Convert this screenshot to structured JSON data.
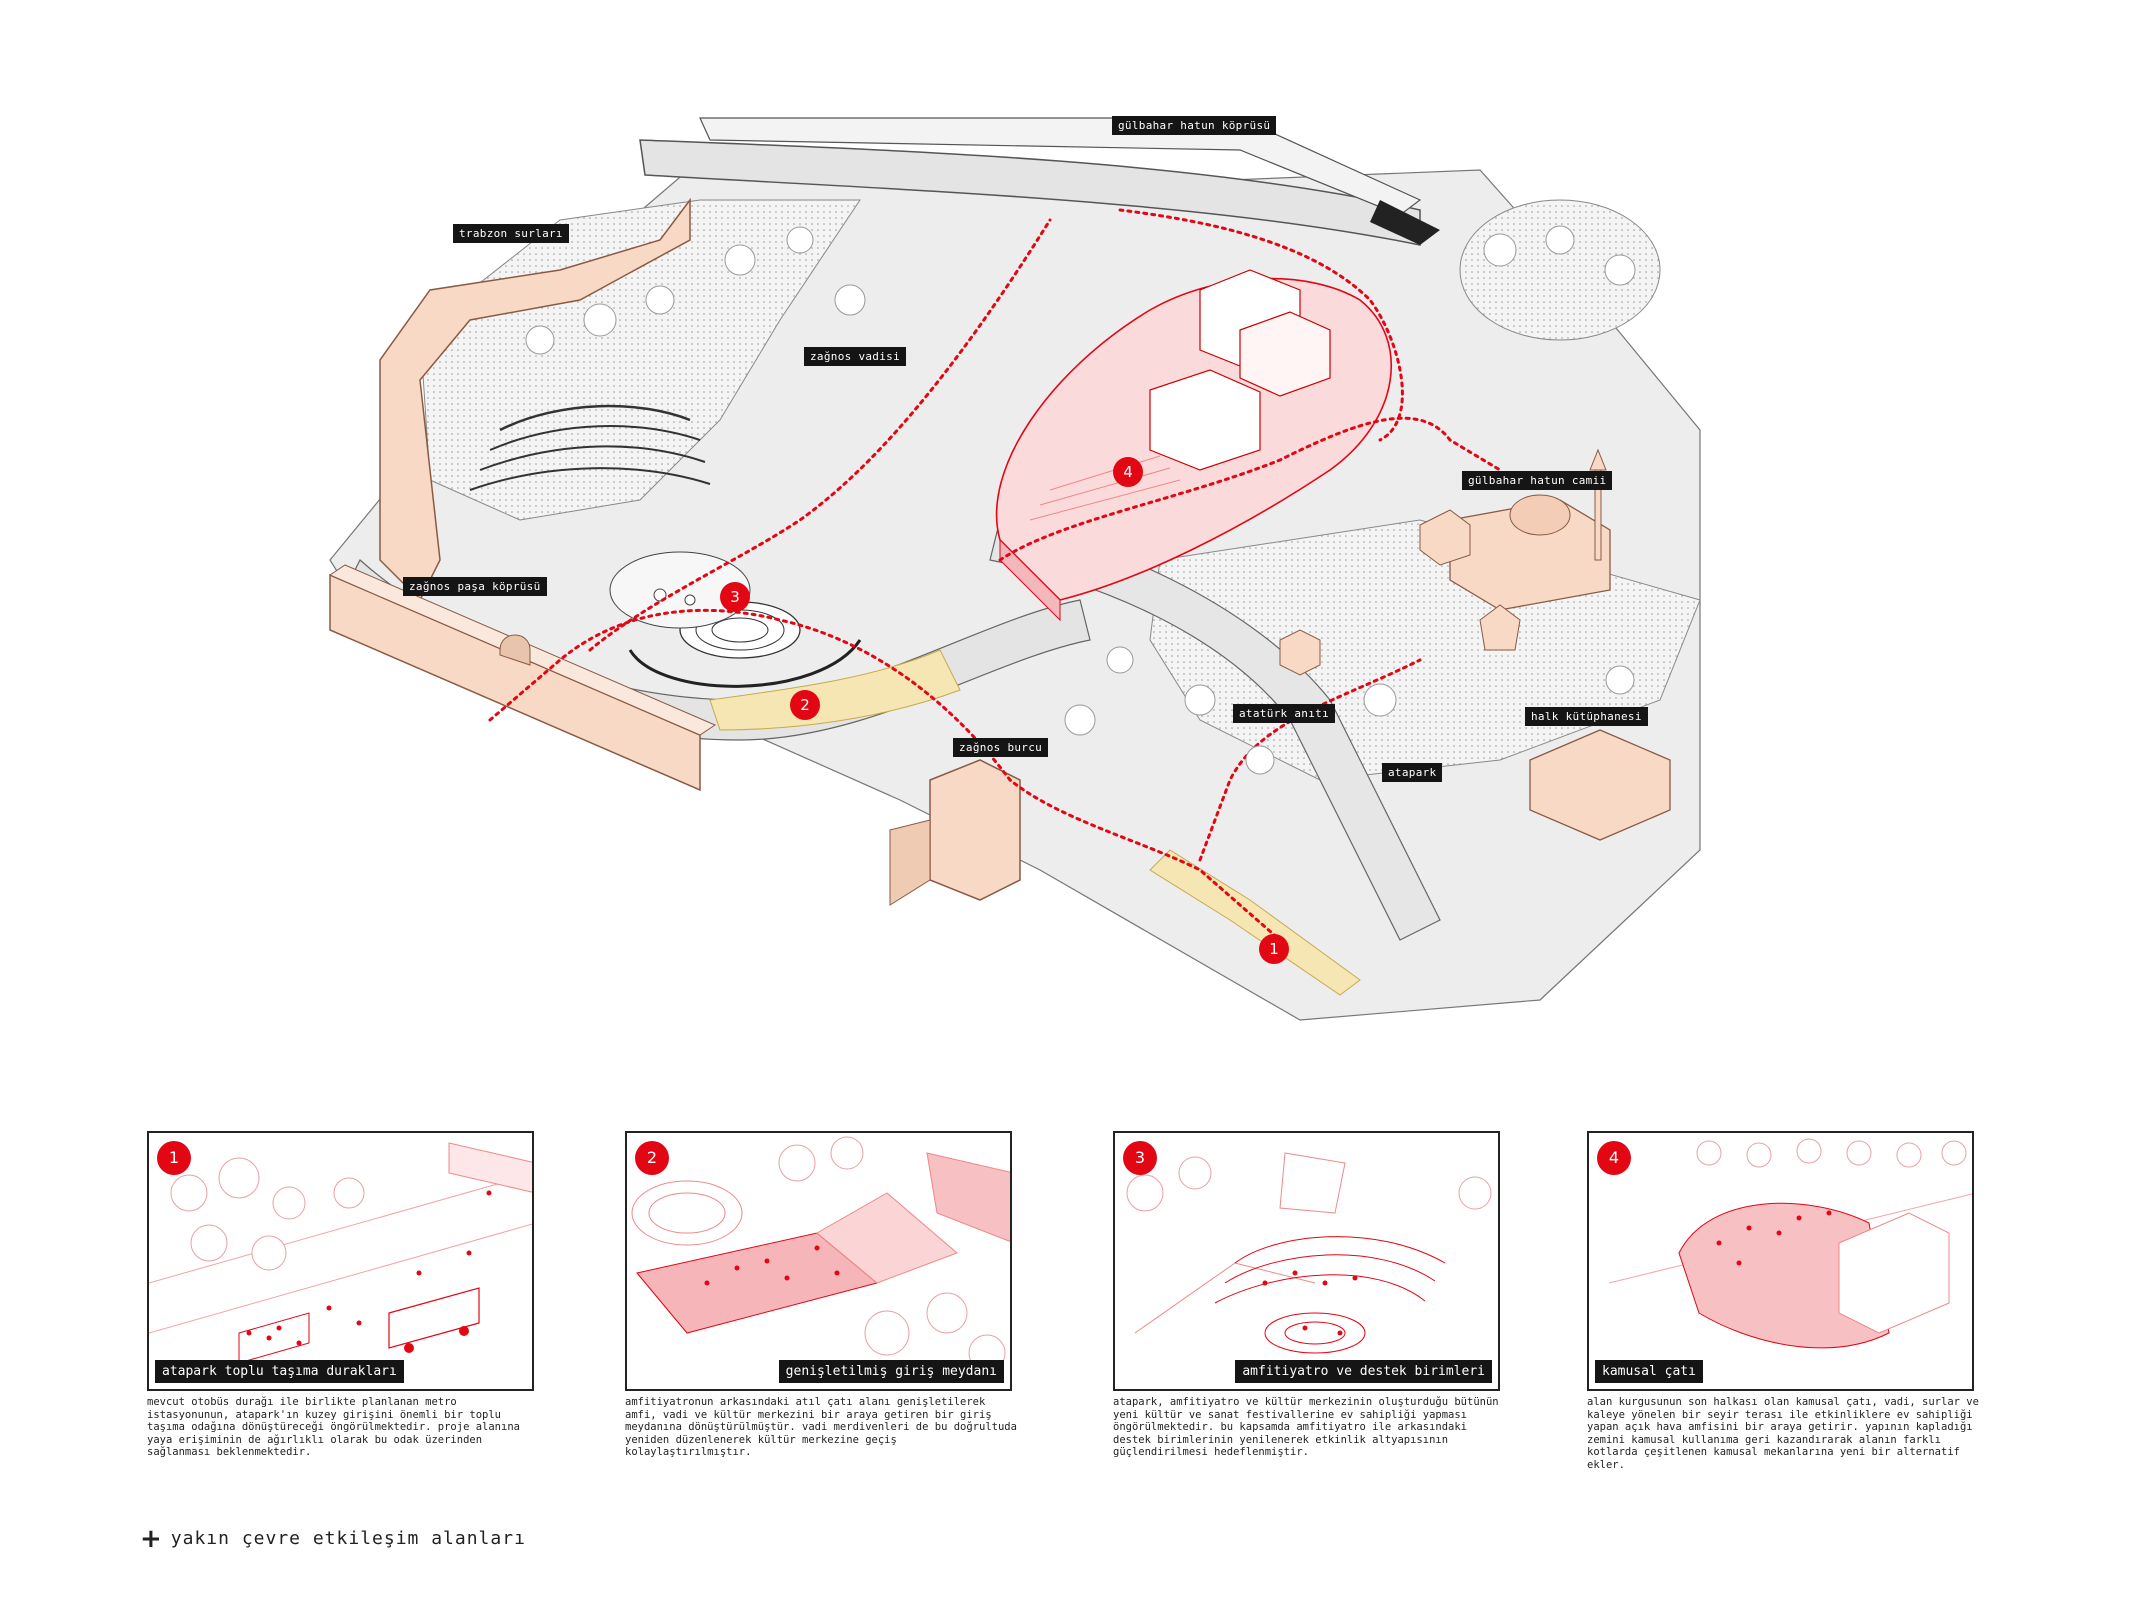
{
  "map": {
    "labels": {
      "bridge": "gülbahar hatun köprüsü",
      "walls": "trabzon surları",
      "valley": "zağnos vadisi",
      "pasa_bridge": "zağnos paşa köprüsü",
      "mosque": "gülbahar hatun camii",
      "monument": "atatürk anıtı",
      "library": "halk kütüphanesi",
      "park": "atapark",
      "tower": "zağnos burcu"
    },
    "markers": [
      "1",
      "2",
      "3",
      "4"
    ]
  },
  "panels": [
    {
      "number": "1",
      "title": "atapark toplu taşıma durakları",
      "text": "mevcut otobüs durağı ile birlikte planlanan metro istasyonunun, atapark'ın kuzey girişini önemli bir toplu taşıma odağına dönüştüreceği öngörülmektedir. proje alanına yaya erişiminin de ağırlıklı olarak bu odak üzerinden sağlanması beklenmektedir."
    },
    {
      "number": "2",
      "title": "genişletilmiş giriş meydanı",
      "text": "amfitiyatronun arkasındaki atıl çatı alanı genişletilerek amfi, vadi ve kültür merkezini bir araya getiren bir giriş meydanına dönüştürülmüştür. vadi merdivenleri de bu doğrultuda yeniden düzenlenerek kültür merkezine geçiş kolaylaştırılmıştır."
    },
    {
      "number": "3",
      "title": "amfitiyatro ve destek birimleri",
      "text": "atapark, amfitiyatro ve kültür merkezinin oluşturduğu bütünün yeni kültür ve sanat festivallerine ev sahipliği yapması öngörülmektedir. bu kapsamda amfitiyatro ile arkasındaki destek birimlerinin yenilenerek etkinlik altyapısının güçlendirilmesi hedeflenmiştir."
    },
    {
      "number": "4",
      "title": "kamusal çatı",
      "text": "alan kurgusunun son halkası olan kamusal çatı, vadi, surlar ve kaleye yönelen bir seyir terası ile etkinliklere ev sahipliği yapan açık hava amfisini bir araya getirir. yapının kapladığı zemini kamusal kullanıma geri kazandırarak alanın farklı kotlarda çeşitlenen kamusal mekanlarına yeni bir alternatif ekler."
    }
  ],
  "footer": {
    "title": "yakın çevre etkileşim alanları"
  },
  "colors": {
    "accent_red": "#e30613",
    "label_bg": "#151515",
    "wall_fill": "#f7d9c6",
    "highlight_yellow": "#f5e6b3",
    "pink_volume": "#f8c9cc",
    "road_gray": "#e4e4e4"
  }
}
